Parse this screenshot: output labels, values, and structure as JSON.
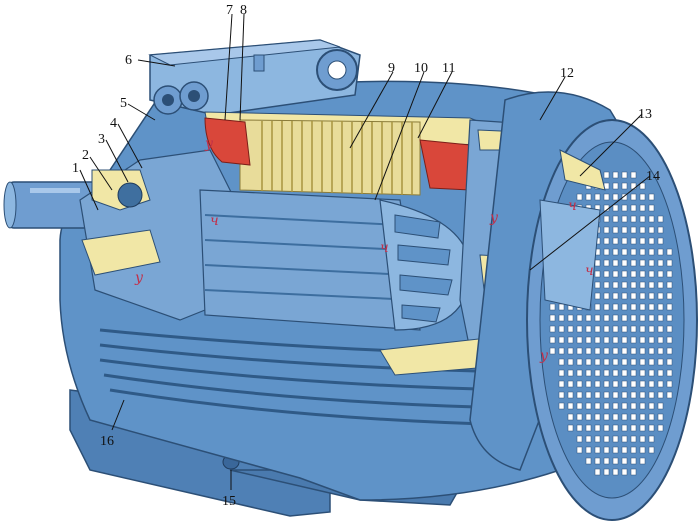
{
  "diagram": {
    "callouts": [
      {
        "id": "1",
        "text": "1"
      },
      {
        "id": "2",
        "text": "2"
      },
      {
        "id": "3",
        "text": "3"
      },
      {
        "id": "4",
        "text": "4"
      },
      {
        "id": "5",
        "text": "5"
      },
      {
        "id": "6",
        "text": "6"
      },
      {
        "id": "7",
        "text": "7"
      },
      {
        "id": "8",
        "text": "8"
      },
      {
        "id": "9",
        "text": "9"
      },
      {
        "id": "10",
        "text": "10"
      },
      {
        "id": "11",
        "text": "11"
      },
      {
        "id": "12",
        "text": "12"
      },
      {
        "id": "13",
        "text": "13"
      },
      {
        "id": "14",
        "text": "14"
      },
      {
        "id": "15",
        "text": "15"
      },
      {
        "id": "16",
        "text": "16"
      }
    ],
    "hand_marks": [
      "у",
      "ч",
      "у",
      "ч",
      "у",
      "ч",
      "ч",
      "у"
    ],
    "colors": {
      "housing": "#5f93c8",
      "housing_dark": "#3d6e9f",
      "housing_light": "#8db7e0",
      "section": "#f1e7a6",
      "copper": "#d9473a",
      "rotor": "#7aa6d4",
      "stator_core": "#e8dc9a"
    }
  }
}
